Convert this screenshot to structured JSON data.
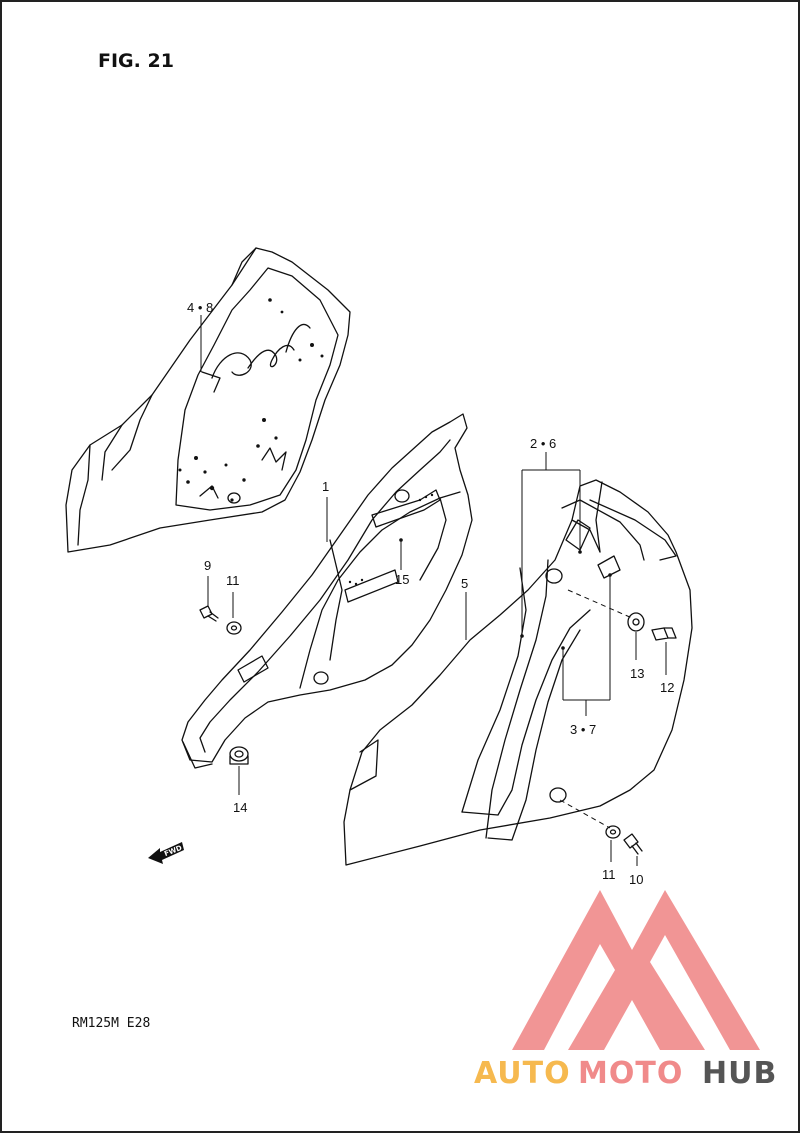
{
  "figure": {
    "title": "FIG. 21",
    "model_code": "RM125M  E28"
  },
  "callouts": {
    "c4_8": "4 • 8",
    "c2_6": "2 • 6",
    "c1": "1",
    "c15": "15",
    "c5": "5",
    "c9": "9",
    "c11a": "11",
    "c13": "13",
    "c12": "12",
    "c3_7": "3 • 7",
    "c14": "14",
    "c11b": "11",
    "c10": "10"
  },
  "direction_arrow": {
    "label": "FWD"
  },
  "watermark": {
    "part_a": "AUTO",
    "part_b": "MOTO",
    "part_c": "HUB",
    "colors": {
      "auto": "#f6b94f",
      "moto": "#f08a8a",
      "hub": "#555555",
      "logo": "#f08a8a"
    }
  }
}
